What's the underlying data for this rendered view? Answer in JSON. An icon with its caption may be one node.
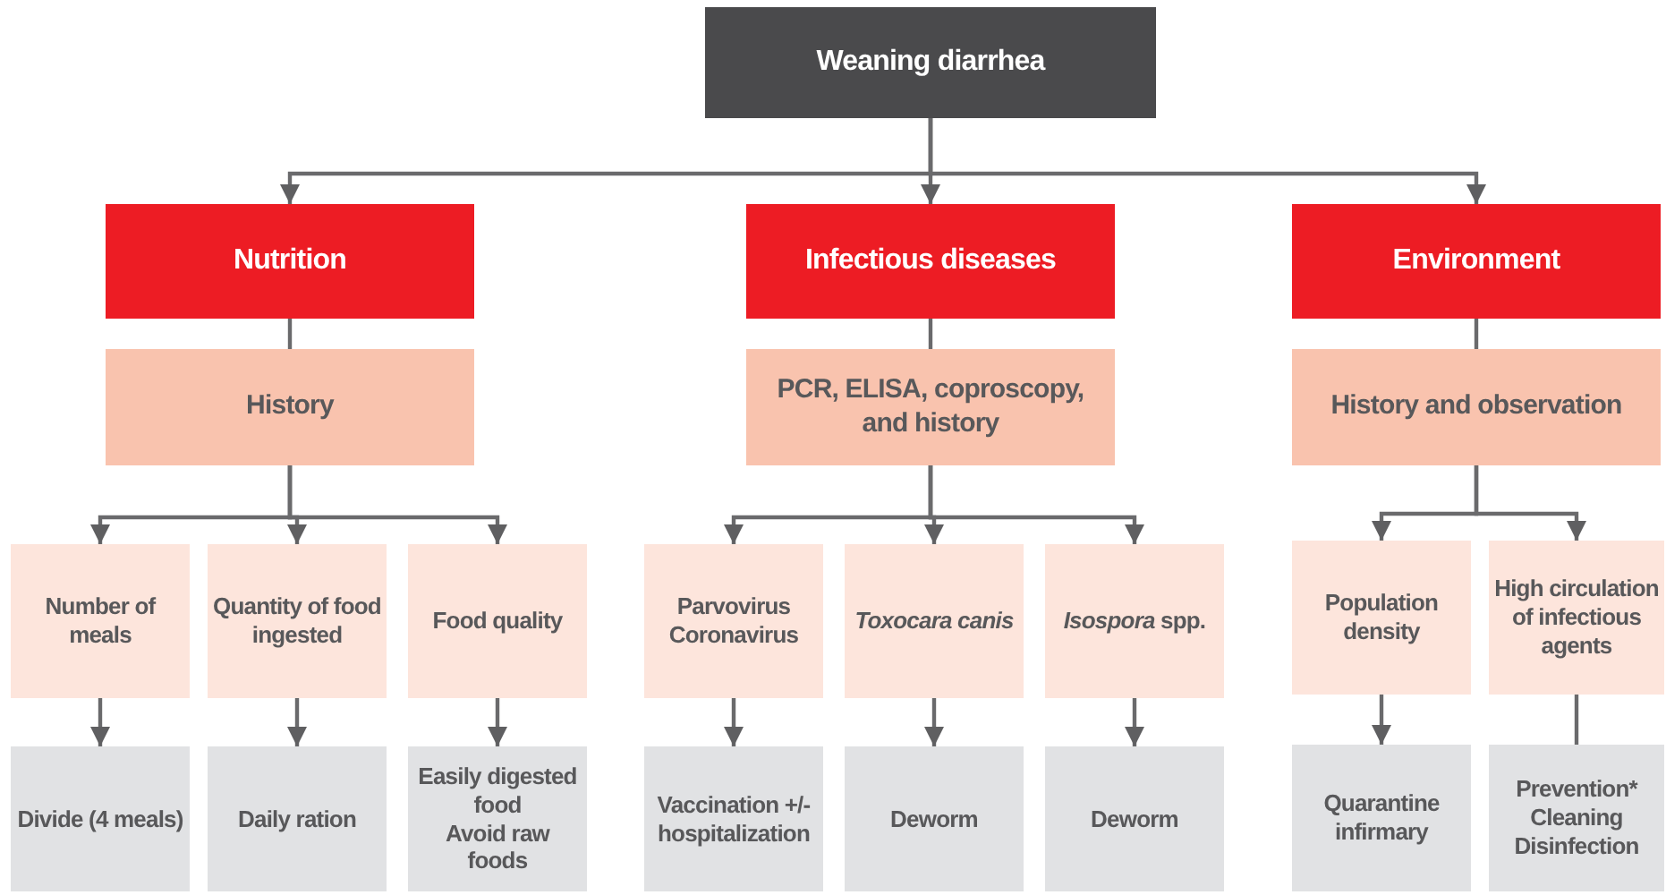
{
  "diagram": {
    "nodes": [
      {
        "text": [
          "Weaning diarrhea"
        ]
      },
      {
        "text": [
          "Nutrition"
        ]
      },
      {
        "text": [
          "Infectious diseases"
        ]
      },
      {
        "text": [
          "Environment"
        ]
      },
      {
        "text": [
          "History"
        ]
      },
      {
        "text": [
          "PCR, ELISA, coproscopy, and history"
        ]
      },
      {
        "text": [
          "History and observation"
        ]
      },
      {
        "text": [
          "Number of meals"
        ]
      },
      {
        "text": [
          "Quantity of food ingested"
        ]
      },
      {
        "text": [
          "Food quality"
        ]
      },
      {
        "text": [
          "Parvovirus",
          "Coronavirus"
        ]
      },
      {
        "text": [
          "Toxocara canis"
        ]
      },
      {
        "text": [
          "*Isospora* spp."
        ]
      },
      {
        "text": [
          "Population density"
        ]
      },
      {
        "text": [
          "High circulation of infectious agents"
        ]
      },
      {
        "text": [
          "Divide (4 meals)"
        ]
      },
      {
        "text": [
          "Daily ration"
        ]
      },
      {
        "text": [
          "Easily digested food",
          "Avoid raw foods"
        ]
      },
      {
        "text": [
          "Vaccination +/- hospitalization"
        ]
      },
      {
        "text": [
          "Deworm"
        ]
      },
      {
        "text": [
          "Deworm"
        ]
      },
      {
        "text": [
          "Quarantine infirmary"
        ]
      },
      {
        "text": [
          "Prevention*",
          "Cleaning",
          "Disinfection"
        ]
      }
    ],
    "edges": [
      {
        "from": 0,
        "to": 1,
        "arrow": "to"
      },
      {
        "from": 0,
        "to": 2,
        "arrow": "to"
      },
      {
        "from": 0,
        "to": 3,
        "arrow": "to"
      },
      {
        "from": 1,
        "to": 4,
        "arrow": "none"
      },
      {
        "from": 2,
        "to": 5,
        "arrow": "none"
      },
      {
        "from": 3,
        "to": 6,
        "arrow": "none"
      },
      {
        "from": 4,
        "to": 7,
        "arrow": "to"
      },
      {
        "from": 4,
        "to": 8,
        "arrow": "to"
      },
      {
        "from": 4,
        "to": 9,
        "arrow": "to"
      },
      {
        "from": 5,
        "to": 10,
        "arrow": "to"
      },
      {
        "from": 5,
        "to": 11,
        "arrow": "to"
      },
      {
        "from": 5,
        "to": 12,
        "arrow": "to"
      },
      {
        "from": 6,
        "to": 13,
        "arrow": "to"
      },
      {
        "from": 6,
        "to": 14,
        "arrow": "to"
      },
      {
        "from": 7,
        "to": 15,
        "arrow": "to"
      },
      {
        "from": 8,
        "to": 16,
        "arrow": "to"
      },
      {
        "from": 9,
        "to": 17,
        "arrow": "to"
      },
      {
        "from": 10,
        "to": 18,
        "arrow": "to"
      },
      {
        "from": 11,
        "to": 19,
        "arrow": "to"
      },
      {
        "from": 12,
        "to": 20,
        "arrow": "to"
      },
      {
        "from": 13,
        "to": 21,
        "arrow": "to"
      },
      {
        "from": 14,
        "to": 22,
        "arrow": "none"
      }
    ]
  }
}
